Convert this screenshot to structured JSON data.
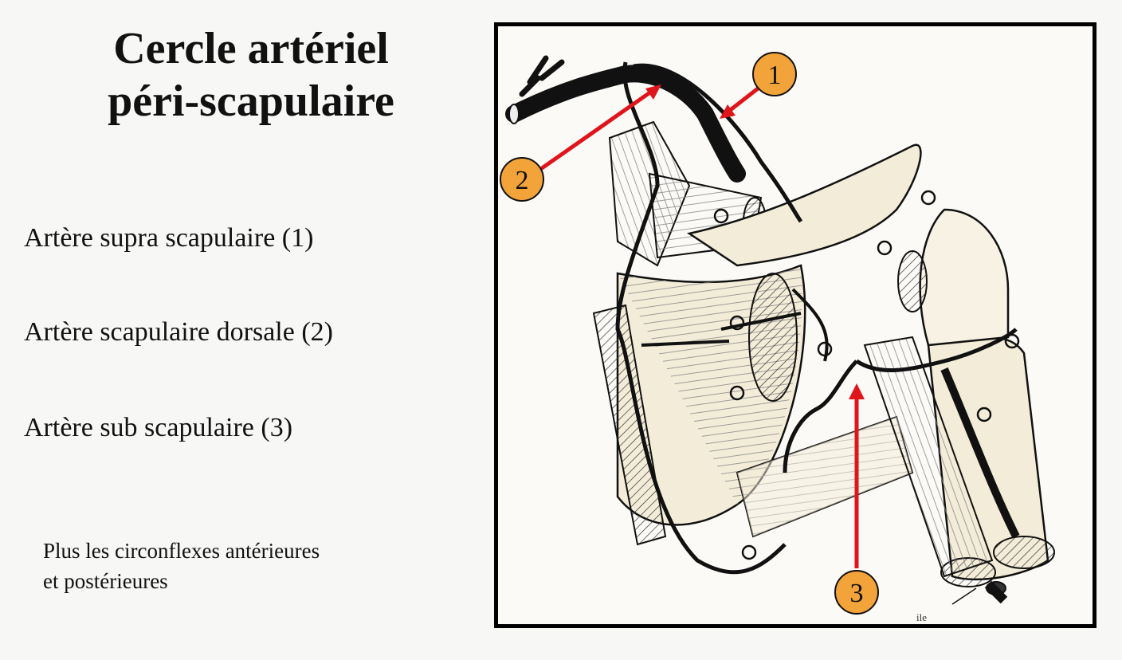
{
  "slide": {
    "title_line1": "Cercle artériel",
    "title_line2": "péri-scapulaire",
    "items": [
      "Artère supra scapulaire (1)",
      "Artère scapulaire dorsale (2)",
      "Artère sub scapulaire (3)"
    ],
    "note_line1": "Plus les circonflexes antérieures",
    "note_line2": "et postérieures"
  },
  "figure": {
    "markers": [
      {
        "label": "1"
      },
      {
        "label": "2"
      },
      {
        "label": "3"
      }
    ],
    "caption_fragment": "ile",
    "colors": {
      "marker_fill": "#f2a33a",
      "arrow": "#e0141b",
      "artery": "#111111",
      "muscle": "#f3ecd8"
    }
  }
}
